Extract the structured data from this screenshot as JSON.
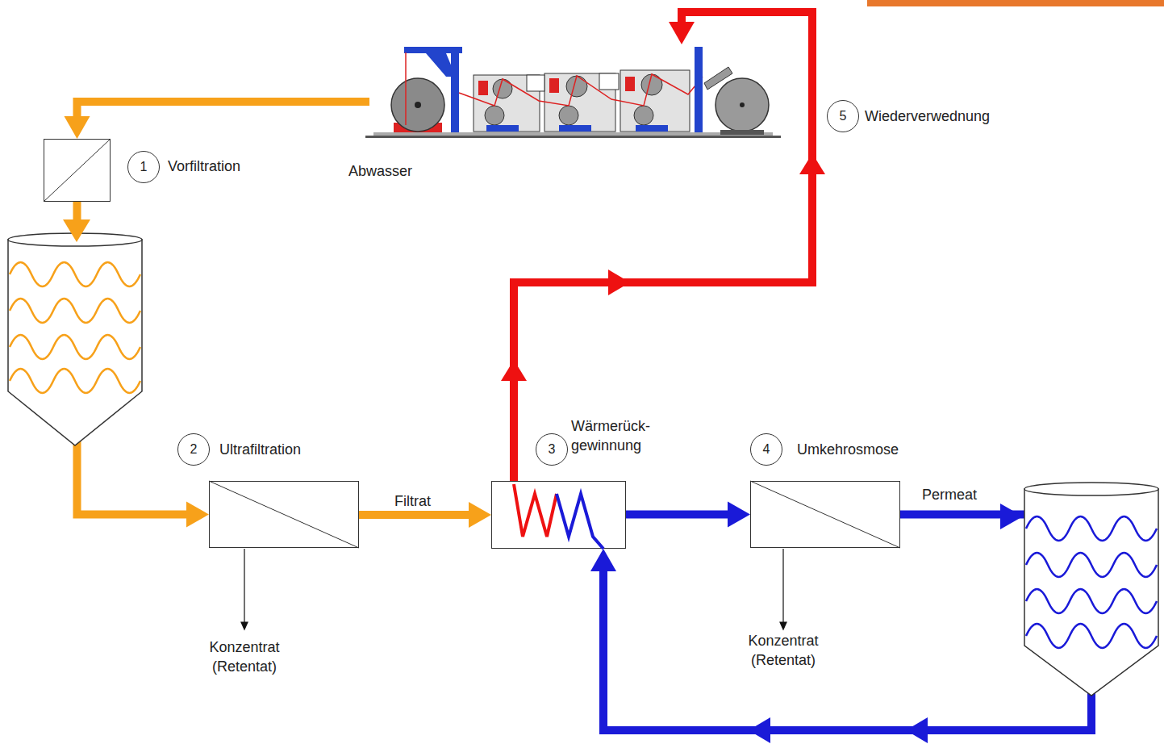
{
  "diagram": {
    "nodes": [
      {
        "text": [
          "Abwasser"
        ]
      },
      {
        "text": [
          "1",
          "Vorfiltration"
        ]
      },
      {
        "text": [
          "2",
          "Ultrafiltration"
        ]
      },
      {
        "text": [
          "3",
          "Wärmerück- gewinnung"
        ]
      },
      {
        "text": [
          "4",
          "Umkehrosmose"
        ]
      }
    ],
    "edges": [
      {
        "from": 0,
        "to": 1,
        "arrow": "to"
      },
      {
        "from": 1,
        "to": 2,
        "arrow": "to"
      },
      {
        "from": 2,
        "to": 3,
        "label": "Filtrat",
        "arrow": "to"
      },
      {
        "from": 3,
        "to": 4,
        "arrow": "to"
      },
      {
        "from": 4,
        "to": 3,
        "label": "Permeat",
        "arrow": "to"
      },
      {
        "from": 3,
        "to": 0,
        "arrow": "to"
      }
    ],
    "labels": [
      "Konzentrat (Retentat)",
      "Konzentrat (Retentat)",
      "5",
      "Wiederverwednung"
    ]
  }
}
